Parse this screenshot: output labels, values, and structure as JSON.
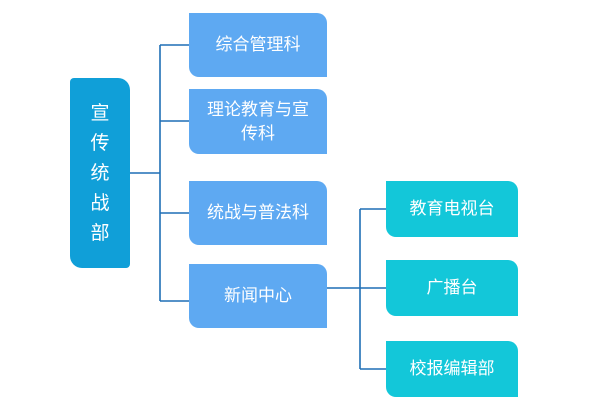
{
  "root": {
    "label": "宣传统战部"
  },
  "branches": [
    {
      "label": "综合管理科"
    },
    {
      "label": "理论教育与宣传科"
    },
    {
      "label": "统战与普法科"
    },
    {
      "label": "新闻中心"
    }
  ],
  "news_center_children": [
    {
      "label": "教育电视台"
    },
    {
      "label": "广播台"
    },
    {
      "label": "校报编辑部"
    }
  ],
  "colors": {
    "root_fill": "#109fd8",
    "branch_fill": "#5ea9f2",
    "leaf_fill": "#13c7d9",
    "connector": "#1f6fb5",
    "text": "#ffffff"
  }
}
